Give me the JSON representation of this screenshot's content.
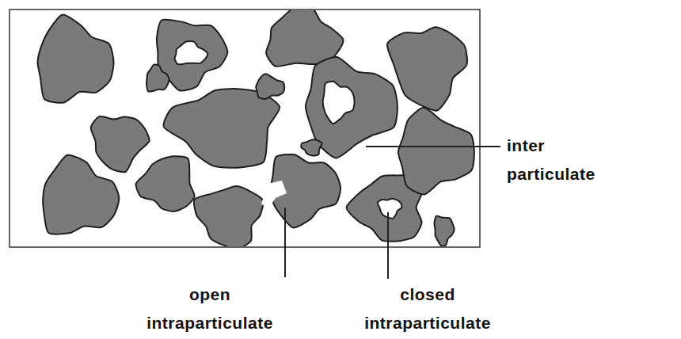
{
  "diagram": {
    "labels": [
      "inter particulate",
      "open intraparticulate",
      "closed intraparticulate"
    ]
  }
}
